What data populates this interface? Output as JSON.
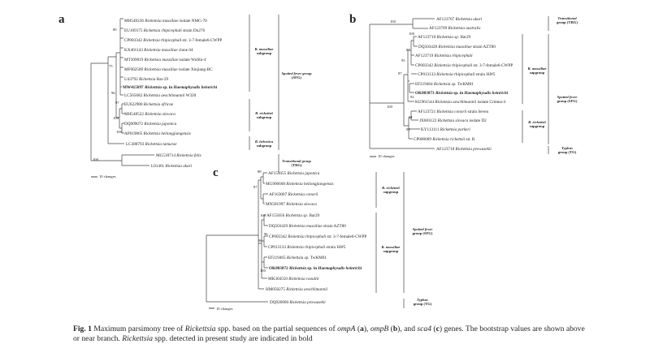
{
  "panels": {
    "a": {
      "letter": "a",
      "scale": "10 changes",
      "leaves": [
        {
          "acc": "MH549236",
          "sp": "Rickettsia massiliae",
          "rest": "isolate NMG-70",
          "bold": false
        },
        {
          "acc": "EU109175",
          "sp": "Rickettsia rhipicephali",
          "rest": "strain Dn276",
          "bold": false
        },
        {
          "acc": "CP003342",
          "sp": "Rickettsia rhipicephali",
          "rest": "str. 3-7-female6-CWPP",
          "bold": false
        },
        {
          "acc": "KX401143",
          "sp": "Rickettsia massiliae",
          "rest": "clone 04",
          "bold": false
        },
        {
          "acc": "MT309019",
          "sp": "Rickettsia massiliae",
          "rest": "isolate WuShi-4",
          "bold": false
        },
        {
          "acc": "MF002500",
          "sp": "Rickettsia massiliae",
          "rest": "isolate Xinjiang-BC",
          "bold": false
        },
        {
          "acc": "U43792",
          "sp": "Rickettsia",
          "rest": "Bar-29",
          "bold": false
        },
        {
          "acc": "MW415897",
          "sp": "Rickettsia",
          "rest": "sp. in",
          "host": "Haemaphysalis heinrichi",
          "bold": true
        },
        {
          "acc": "LC565682",
          "sp": "Rickettsia aeschlimannii",
          "rest": "W320",
          "bold": false
        },
        {
          "acc": "EU622980",
          "sp": "Rickettsia africae",
          "rest": "",
          "bold": false
        },
        {
          "acc": "MH548522",
          "sp": "Rickettsia slovaca",
          "rest": "",
          "bold": false
        },
        {
          "acc": "DQ909072",
          "sp": "Rickettsia japonica",
          "rest": "",
          "bold": false
        },
        {
          "acc": "AP019865",
          "sp": "Rickettsia heilongjiangensis",
          "rest": "",
          "bold": false
        },
        {
          "acc": "LC388793",
          "sp": "Rickettsia tamurae",
          "rest": "",
          "bold": false
        },
        {
          "acc": "MG518714",
          "sp": "Rickettsia felis",
          "rest": "",
          "bold": false
        },
        {
          "acc": "L01461",
          "sp": "Rickettsia akari",
          "rest": "",
          "bold": false
        }
      ],
      "bootstrap": [
        "80",
        "75",
        "96",
        "97",
        "100",
        "100",
        "100"
      ],
      "groups": [
        {
          "name": "R. massiliae",
          "sub": "subgroup"
        },
        {
          "name": "Spotted fever group",
          "sub": "(SFG)"
        },
        {
          "name": "R. rickettsii",
          "sub": "subgroup"
        },
        {
          "name": "R. helvetica",
          "sub": "subgroup"
        },
        {
          "name": "Transitional group",
          "sub": "(TRG)"
        }
      ]
    },
    "b": {
      "letter": "b",
      "scale": "10 changes",
      "leaves": [
        {
          "acc": "AF123707",
          "sp": "Rickettsia akari",
          "rest": "",
          "bold": false
        },
        {
          "acc": "AF123709",
          "sp": "Rickettsia australis",
          "rest": "",
          "bold": false
        },
        {
          "acc": "AF123710",
          "sp": "Rickettsia sp.",
          "rest": "Bar29",
          "bold": false
        },
        {
          "acc": "DQ503428",
          "sp": "Rickettsia massiliae",
          "rest": "strain AZT80",
          "bold": false
        },
        {
          "acc": "AF123719",
          "sp": "Rickettsia rhipicephali",
          "rest": "",
          "bold": false
        },
        {
          "acc": "CP003342",
          "sp": "Rickettsia rhipicephali",
          "rest": "str. 3-7-female6-CWPP",
          "bold": false
        },
        {
          "acc": "CP013133",
          "sp": "Rickettsia rhipicephali",
          "rest": "strain HJ#5",
          "bold": false
        },
        {
          "acc": "EF219464",
          "sp": "Rickettsia sp.",
          "rest": "TwKM01",
          "bold": false
        },
        {
          "acc": "OK803873",
          "sp": "Rickettsia",
          "rest": "sp. in",
          "host": "Haemaphysalis heinrichi",
          "bold": true
        },
        {
          "acc": "KU961544",
          "sp": "Rickettsia aeschlimannii",
          "rest": "isolate Crimea-4",
          "bold": false
        },
        {
          "acc": "AF123721",
          "sp": "Rickettsia conorii",
          "rest": "strain Seven",
          "bold": false
        },
        {
          "acc": "JX683122",
          "sp": "Rickettsia slovaca",
          "rest": "isolate D2",
          "bold": false
        },
        {
          "acc": "KY113111",
          "sp": "Rickettsia parkeri",
          "rest": "",
          "bold": false
        },
        {
          "acc": "CP000009",
          "sp": "Rickettsia rickettsii",
          "rest": "str. R",
          "bold": false
        },
        {
          "acc": "AF123718",
          "sp": "Rickettsia prowazekii",
          "rest": "",
          "bold": false
        }
      ],
      "bootstrap": [
        "100",
        "100",
        "87",
        "95",
        "87",
        "92",
        "100",
        "94",
        "99"
      ],
      "groups": [
        {
          "name": "Transitional",
          "sub": "group (TRG)"
        },
        {
          "name": "R. massiliae",
          "sub": "supgroup"
        },
        {
          "name": "Spotted fever",
          "sub": "group (SFG)"
        },
        {
          "name": "R. rickettsii",
          "sub": "supgroup"
        },
        {
          "name": "Typhus",
          "sub": "group (TG)"
        }
      ]
    },
    "c": {
      "letter": "c",
      "scale": "10 changes",
      "leaves": [
        {
          "acc": "AF155055",
          "sp": "Rickettsia japonica",
          "rest": "",
          "bold": false
        },
        {
          "acc": "MG906668",
          "sp": "Rickettsia heilongjiangensis",
          "rest": "",
          "bold": false
        },
        {
          "acc": "AF163007",
          "sp": "Rickettsia conorii",
          "rest": "",
          "bold": false
        },
        {
          "acc": "MN581997",
          "sp": "Rickettsia slovaca",
          "rest": "",
          "bold": false
        },
        {
          "acc": "AF155056",
          "sp": "Rickettsia sp.",
          "rest": "Bar29",
          "bold": false
        },
        {
          "acc": "DQ503429",
          "sp": "Rickettsia massiliae",
          "rest": "strain AZT80",
          "bold": false
        },
        {
          "acc": "CP003342",
          "sp": "Rickettsia rhipicephali",
          "rest": "str. 3-7-female6-CWPP",
          "bold": false
        },
        {
          "acc": "CP013133",
          "sp": "Rickettsia rhipicephali",
          "rest": "strain HJ#5",
          "bold": false
        },
        {
          "acc": "EF219465",
          "sp": "Rickettsia sp.",
          "rest": "TwKM01",
          "bold": false
        },
        {
          "acc": "OK803872",
          "sp": "Rickettsia",
          "rest": "sp. in",
          "host": "Haemaphysalis heinrichi",
          "bold": true
        },
        {
          "acc": "MK304550",
          "sp": "Rickettsia raoultii",
          "rest": "",
          "bold": false
        },
        {
          "acc": "HM050275",
          "sp": "Rickettsia aeschlimannii",
          "rest": "",
          "bold": false
        },
        {
          "acc": "DQ926860",
          "sp": "Rickettsia prowazekii",
          "rest": "",
          "bold": false
        }
      ],
      "bootstrap": [
        "88",
        "87",
        "100",
        "96",
        "96",
        "100"
      ],
      "groups": [
        {
          "name": "R. rickettsii",
          "sub": "supgroup"
        },
        {
          "name": "R. massiliae",
          "sub": "supgroup"
        },
        {
          "name": "Spotted fever",
          "sub": "group (SFG)"
        },
        {
          "name": "Typhus",
          "sub": "group (TG)"
        }
      ]
    }
  },
  "caption": {
    "label": "Fig. 1",
    "parts": [
      {
        "text": " Maximum parsimony tree of ",
        "style": ""
      },
      {
        "text": "Rickettsia",
        "style": "i"
      },
      {
        "text": " spp. based on the partial sequences of ",
        "style": ""
      },
      {
        "text": "ompA",
        "style": "i"
      },
      {
        "text": " (",
        "style": ""
      },
      {
        "text": "a",
        "style": "b"
      },
      {
        "text": "), ",
        "style": ""
      },
      {
        "text": "ompB",
        "style": "i"
      },
      {
        "text": " (",
        "style": ""
      },
      {
        "text": "b",
        "style": "b"
      },
      {
        "text": "), and ",
        "style": ""
      },
      {
        "text": "sca4",
        "style": "i"
      },
      {
        "text": " (",
        "style": ""
      },
      {
        "text": "c",
        "style": "b"
      },
      {
        "text": ") genes. The bootstrap values are shown above or near branch. ",
        "style": ""
      },
      {
        "text": "Rickettsia",
        "style": "i"
      },
      {
        "text": " spp. detected in present study are indicated in bold",
        "style": ""
      }
    ]
  }
}
